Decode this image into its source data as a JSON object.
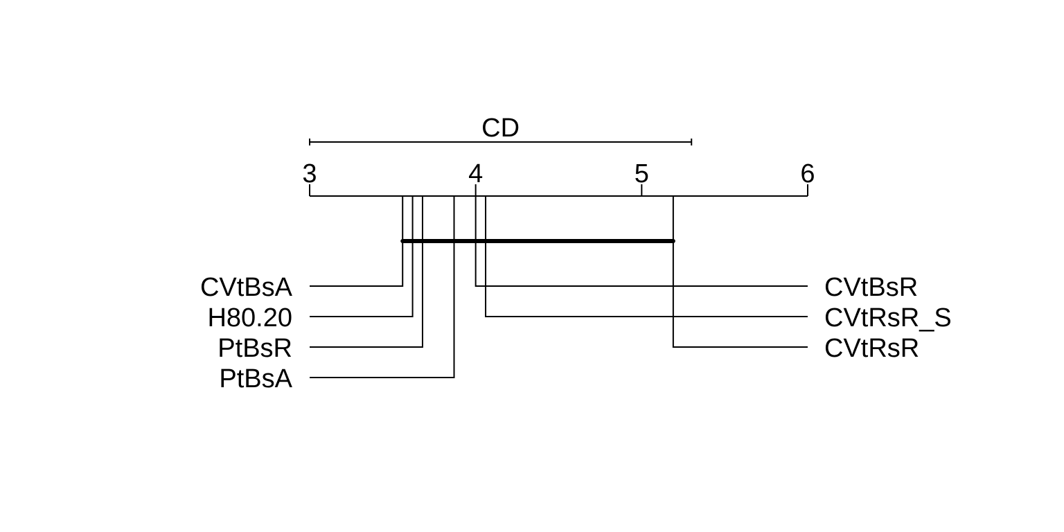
{
  "chart_data": {
    "type": "critical-difference-diagram",
    "cd_label": "CD",
    "cd_value": 2.3,
    "axis": {
      "min": 3,
      "max": 6,
      "ticks": [
        "3",
        "4",
        "5",
        "6"
      ]
    },
    "left_methods": [
      {
        "name": "CVtBsA",
        "rank": 3.56
      },
      {
        "name": "H80.20",
        "rank": 3.62
      },
      {
        "name": "PtBsR",
        "rank": 3.68
      },
      {
        "name": "PtBsA",
        "rank": 3.87
      }
    ],
    "right_methods": [
      {
        "name": "CVtBsR",
        "rank": 4.0
      },
      {
        "name": "CVtRsR_S",
        "rank": 4.06
      },
      {
        "name": "CVtRsR",
        "rank": 5.19
      }
    ],
    "cliques": [
      {
        "from": 3.56,
        "to": 5.19
      }
    ]
  }
}
